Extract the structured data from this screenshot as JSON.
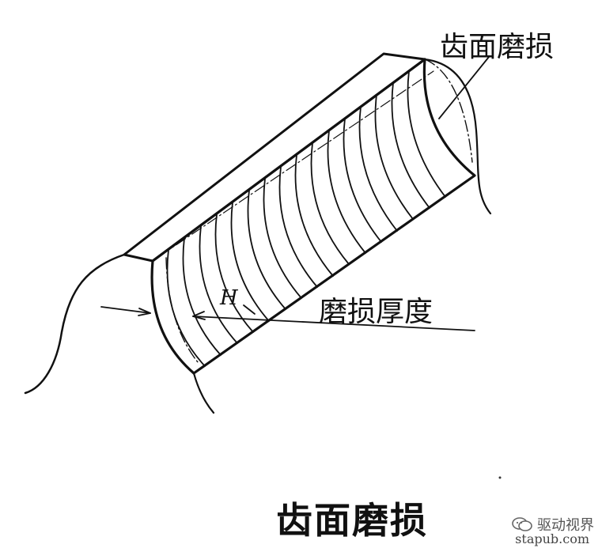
{
  "labels": {
    "tooth_surface_wear": "齿面磨损",
    "wear_thickness": "磨损厚度",
    "h_symbol": "H"
  },
  "caption": "齿面磨损",
  "watermark": {
    "text": "驱动视界",
    "icon": "wechat-icon"
  },
  "site": "stapub.com",
  "colors": {
    "ink": "#111111",
    "background": "#ffffff"
  }
}
